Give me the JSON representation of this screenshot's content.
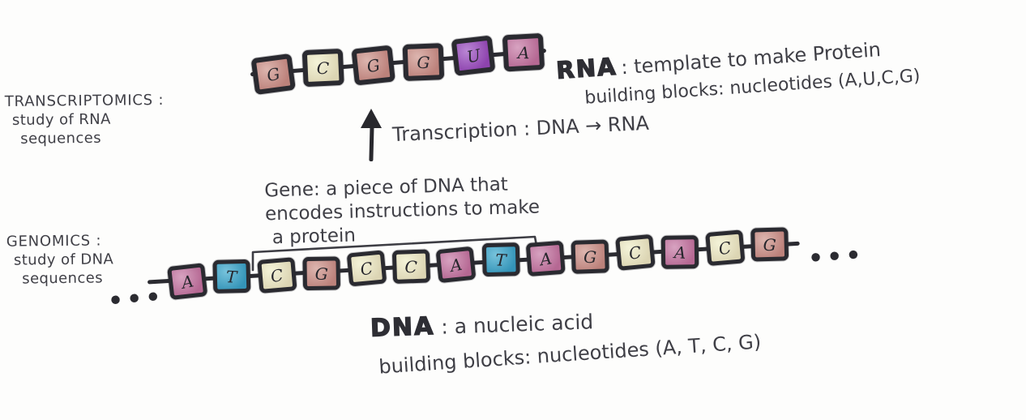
{
  "palette": {
    "A": "#c2719f",
    "T": "#2fa3c9",
    "C": "#eeedc4",
    "G": "#ca8e84",
    "U": "#9547be"
  },
  "ink": "#3f3f46",
  "outline": "#2a2a30",
  "transcriptomics_label": {
    "line1": "TRANSCRIPTOMICS :",
    "line2": "study of RNA",
    "line3": "sequences"
  },
  "genomics_label": {
    "line1": "GENOMICS :",
    "line2": "study of DNA",
    "line3": "sequences"
  },
  "rna": {
    "title": "RNA",
    "definition": ": template to make Protein",
    "building_blocks": "building blocks: nucleotides (A,U,C,G)",
    "sequence": [
      "G",
      "C",
      "G",
      "G",
      "U",
      "A"
    ]
  },
  "transcription": {
    "label": "Transcription : DNA → RNA"
  },
  "gene_note": {
    "line1": "Gene: a piece of DNA that",
    "line2": "encodes instructions to make",
    "line3": "a protein"
  },
  "dna": {
    "title": "DNA",
    "definition": ": a nucleic acid",
    "building_blocks": "building blocks: nucleotides (A, T, C, G)",
    "sequence": [
      "A",
      "T",
      "C",
      "G",
      "C",
      "C",
      "A",
      "T",
      "A",
      "G",
      "C",
      "A",
      "C",
      "G"
    ],
    "ellipsis_left": "•••",
    "ellipsis_right": "•••"
  }
}
